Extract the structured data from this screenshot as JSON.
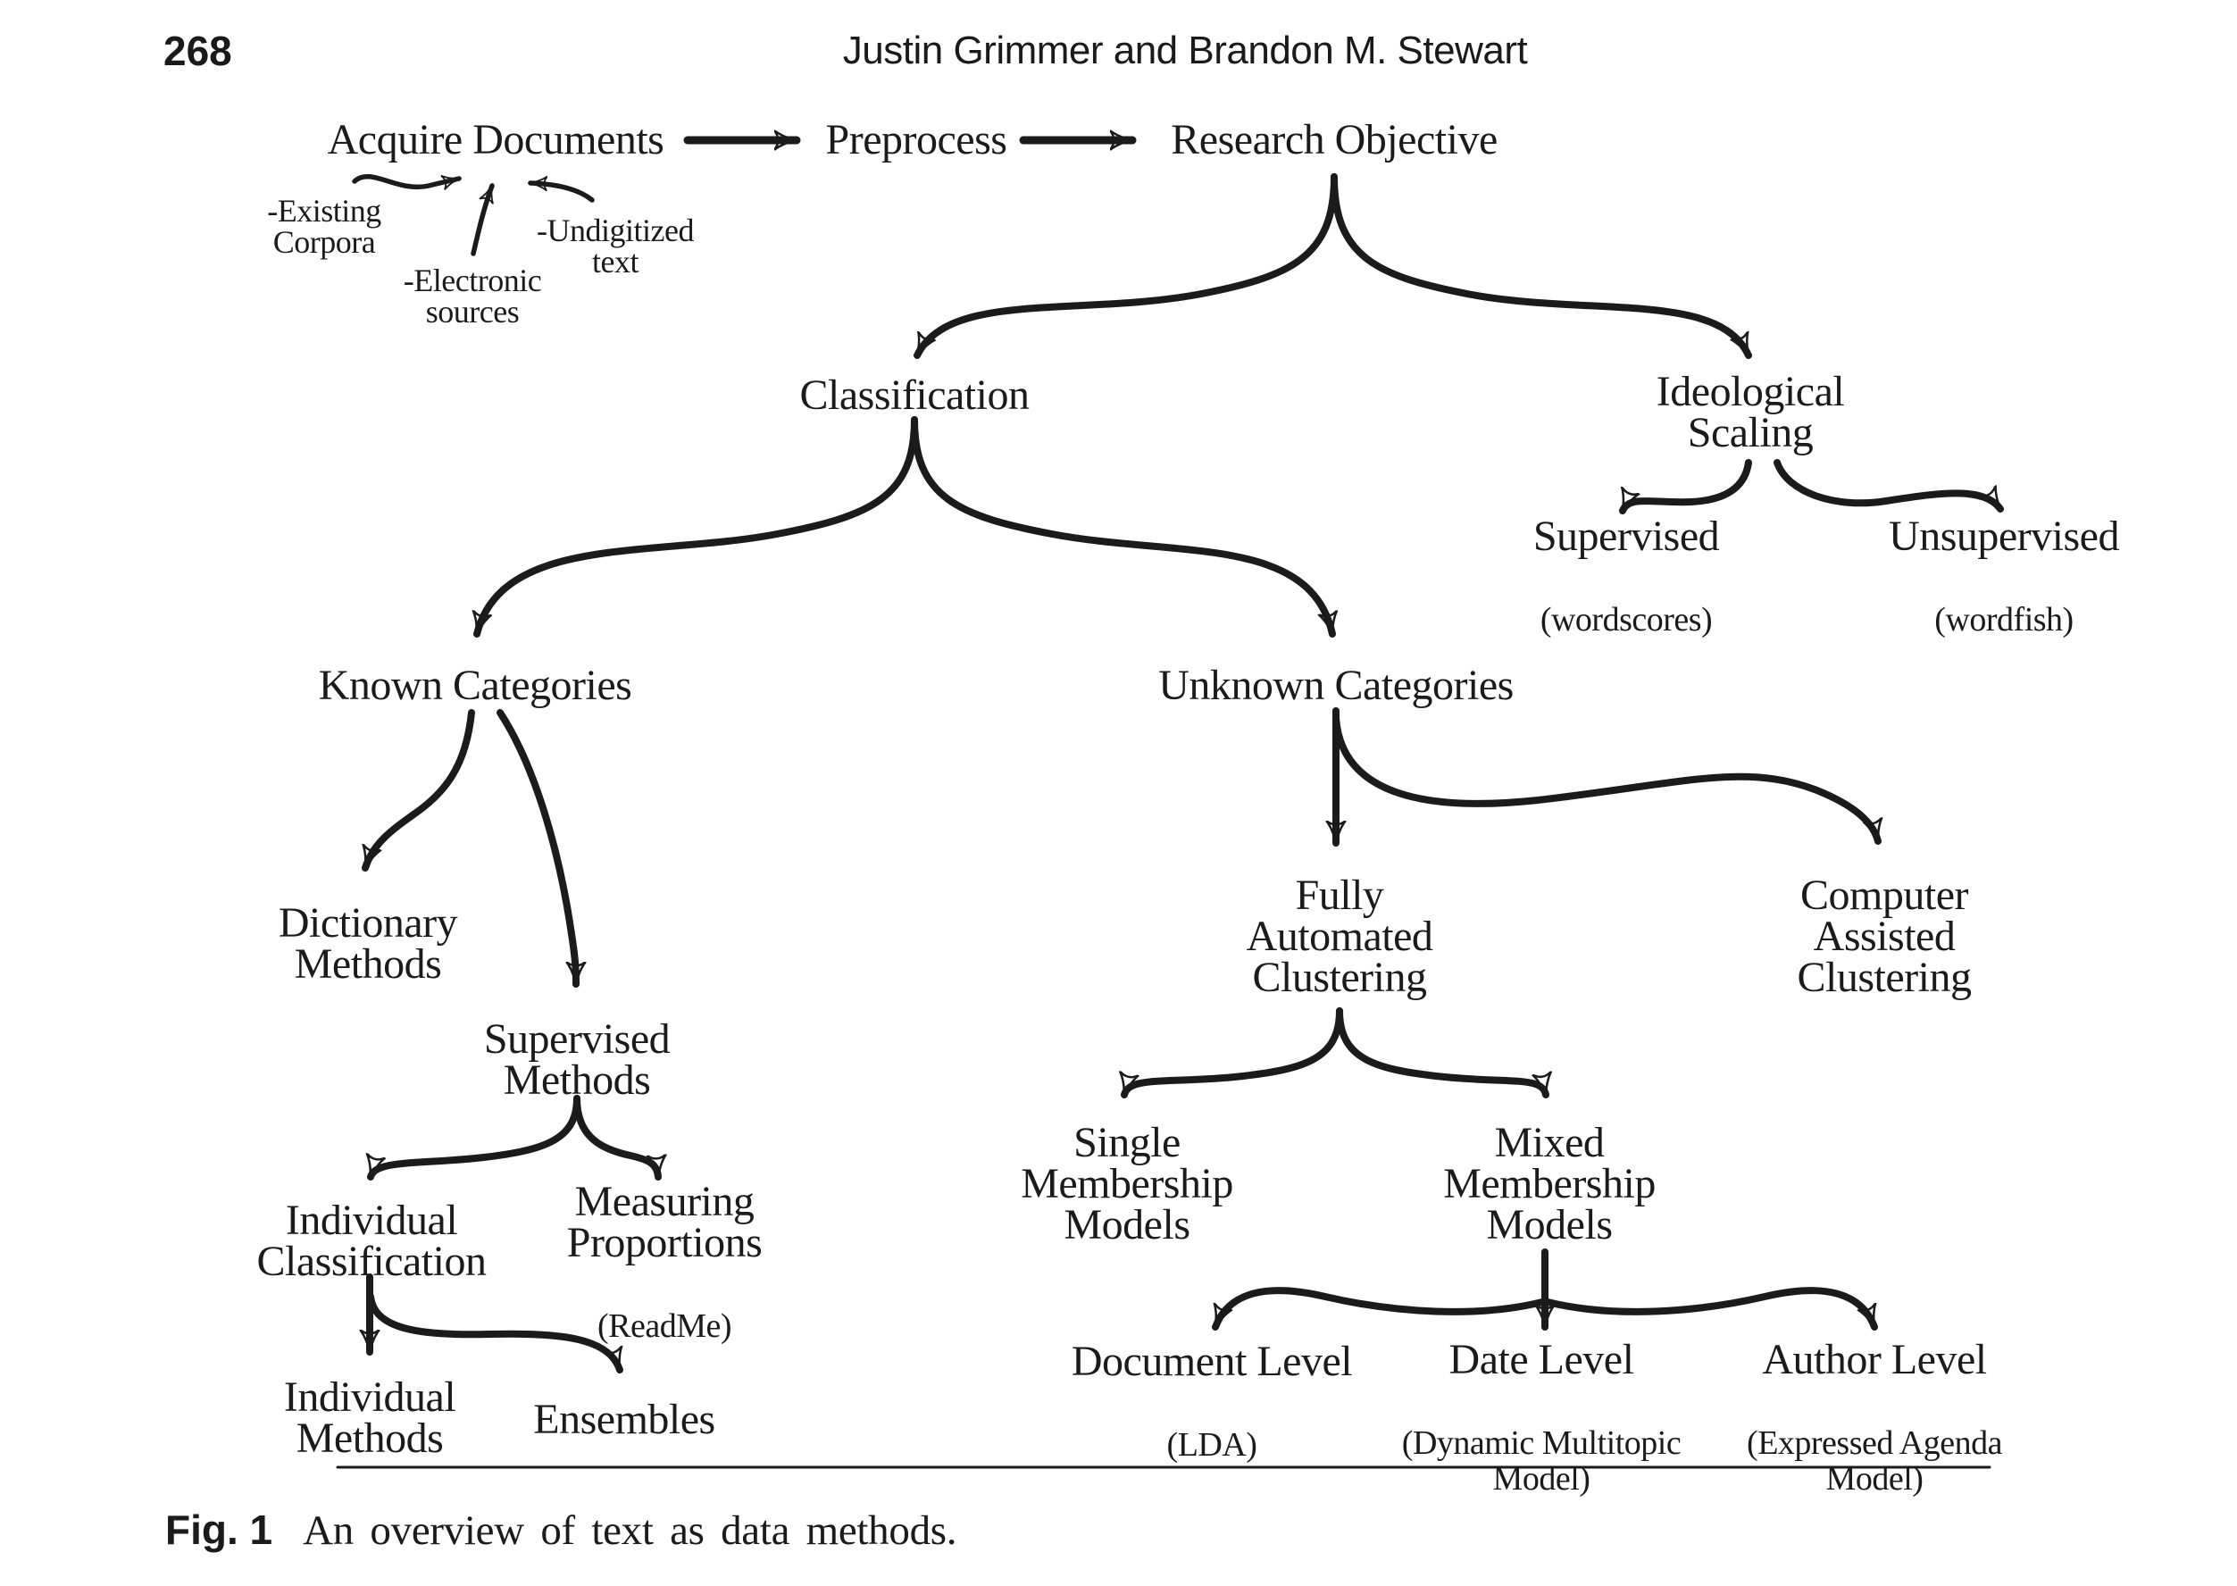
{
  "page": {
    "page_number": "268",
    "running_header": "Justin Grimmer and Brandon M. Stewart",
    "figure_caption": {
      "label": "Fig. 1",
      "text": "An overview of text as data methods."
    },
    "ink_color": "#1b1b1b",
    "background_color": "#ffffff"
  },
  "flowchart": {
    "nodes": {
      "acquire_documents": {
        "label": "Acquire Documents"
      },
      "preprocess": {
        "label": "Preprocess"
      },
      "research_objective": {
        "label": "Research Objective"
      },
      "existing_corpora": {
        "label": "-Existing\nCorpora"
      },
      "electronic_sources": {
        "label": "-Electronic\nsources"
      },
      "undigitized_text": {
        "label": "-Undigitized\ntext"
      },
      "classification": {
        "label": "Classification"
      },
      "ideological_scaling": {
        "label": "Ideological\nScaling"
      },
      "supervised_scaling": {
        "label": "Supervised",
        "sublabel": "(wordscores)"
      },
      "unsupervised_scaling": {
        "label": "Unsupervised",
        "sublabel": "(wordfish)"
      },
      "known_categories": {
        "label": "Known Categories"
      },
      "unknown_categories": {
        "label": "Unknown Categories"
      },
      "dictionary_methods": {
        "label": "Dictionary\nMethods"
      },
      "supervised_methods": {
        "label": "Supervised\nMethods"
      },
      "fully_automated_clustering": {
        "label": "Fully\nAutomated\nClustering"
      },
      "computer_assisted_clustering": {
        "label": "Computer\nAssisted\nClustering"
      },
      "single_membership_models": {
        "label": "Single\nMembership\nModels"
      },
      "mixed_membership_models": {
        "label": "Mixed\nMembership\nModels"
      },
      "individual_classification": {
        "label": "Individual\nClassification"
      },
      "measuring_proportions": {
        "label": "Measuring\nProportions",
        "sublabel": "(ReadMe)"
      },
      "individual_methods": {
        "label": "Individual\nMethods"
      },
      "ensembles": {
        "label": "Ensembles"
      },
      "document_level": {
        "label": "Document Level",
        "sublabel": "(LDA)"
      },
      "date_level": {
        "label": "Date Level",
        "sublabel": "(Dynamic Multitopic\nModel)"
      },
      "author_level": {
        "label": "Author Level",
        "sublabel": "(Expressed Agenda\nModel)"
      }
    },
    "edges": [
      {
        "from": "acquire_documents",
        "to": "preprocess"
      },
      {
        "from": "preprocess",
        "to": "research_objective"
      },
      {
        "from": "existing_corpora",
        "to": "acquire_documents"
      },
      {
        "from": "electronic_sources",
        "to": "acquire_documents"
      },
      {
        "from": "undigitized_text",
        "to": "acquire_documents"
      },
      {
        "from": "research_objective",
        "to": "classification"
      },
      {
        "from": "research_objective",
        "to": "ideological_scaling"
      },
      {
        "from": "ideological_scaling",
        "to": "supervised_scaling"
      },
      {
        "from": "ideological_scaling",
        "to": "unsupervised_scaling"
      },
      {
        "from": "classification",
        "to": "known_categories"
      },
      {
        "from": "classification",
        "to": "unknown_categories"
      },
      {
        "from": "known_categories",
        "to": "dictionary_methods"
      },
      {
        "from": "known_categories",
        "to": "supervised_methods"
      },
      {
        "from": "unknown_categories",
        "to": "fully_automated_clustering"
      },
      {
        "from": "unknown_categories",
        "to": "computer_assisted_clustering"
      },
      {
        "from": "fully_automated_clustering",
        "to": "single_membership_models"
      },
      {
        "from": "fully_automated_clustering",
        "to": "mixed_membership_models"
      },
      {
        "from": "supervised_methods",
        "to": "individual_classification"
      },
      {
        "from": "supervised_methods",
        "to": "measuring_proportions"
      },
      {
        "from": "individual_classification",
        "to": "individual_methods"
      },
      {
        "from": "individual_classification",
        "to": "ensembles"
      },
      {
        "from": "mixed_membership_models",
        "to": "document_level"
      },
      {
        "from": "mixed_membership_models",
        "to": "date_level"
      },
      {
        "from": "mixed_membership_models",
        "to": "author_level"
      }
    ]
  }
}
